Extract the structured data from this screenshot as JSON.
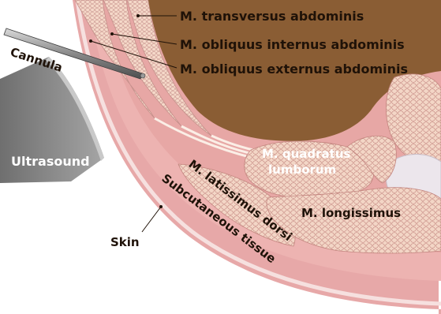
{
  "labels": {
    "transversus": "M. transversus abdominis",
    "obliquus_internus": "M. obliquus internus abdominis",
    "obliquus_externus": "M. obliquus externus abdominis",
    "cannula": "Cannula",
    "ultrasound": "Ultrasound",
    "quadratus_line1": "M. quadratus",
    "quadratus_line2": "lumborum",
    "latissimus": "M. latissimus dorsi",
    "longissimus": "M. longissimus",
    "subcutaneous": "Subcutaneous tissue",
    "skin": "Skin"
  },
  "colors": {
    "cavity": "#8a5d34",
    "skin_band": "#e7a8a8",
    "skin_light": "#f6e0df",
    "muscle": "#f5d9c9",
    "muscle_cells": "#c58f8a",
    "probe": "#7c7c7c",
    "bone": "#ece6ec",
    "label_text": "#1f1208"
  }
}
